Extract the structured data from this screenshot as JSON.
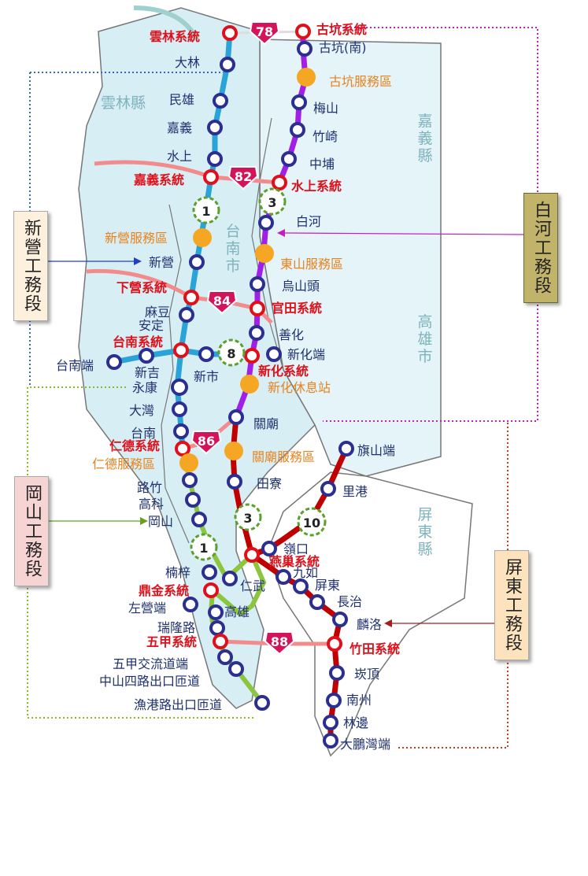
{
  "counties": {
    "yunlin": "雲林縣",
    "chiayi": "嘉義縣",
    "tainan": "台南市",
    "kaohsiung": "高雄市",
    "pingtung": "屏東縣"
  },
  "sections": {
    "xinying": "新營工務段",
    "baihe": "白河工務段",
    "gangshan": "岡山工務段",
    "pingtung": "屏東工務段"
  },
  "shields": {
    "s78": "78",
    "s82": "82",
    "s84": "84",
    "s86": "86",
    "s88": "88"
  },
  "flowers": {
    "f1a": "1",
    "f3a": "3",
    "f8": "8",
    "f3b": "3",
    "f10": "10",
    "f1b": "1"
  },
  "labels": {
    "yunlin_jct": "雲林系統",
    "gukeng_jct": "古坑系統",
    "gukeng_s": "古坑(南)",
    "dalin": "大林",
    "gukeng_sa": "古坑服務區",
    "minxiong": "民雄",
    "meishan": "梅山",
    "chiayi": "嘉義",
    "zhuqi": "竹崎",
    "shuishang": "水上",
    "zhongpu": "中埔",
    "chiayi_jct": "嘉義系統",
    "shuishang_jct": "水上系統",
    "baihe": "白河",
    "xinying_sa": "新營服務區",
    "xinying": "新營",
    "dongshan_sa": "東山服務區",
    "wushantou": "烏山頭",
    "xiaying_jct": "下營系統",
    "guantian_jct": "官田系統",
    "madou": "麻豆",
    "anding": "安定",
    "shanhua": "善化",
    "tainan_jct": "台南系統",
    "xinhua_end": "新化端",
    "tainan_end": "台南端",
    "xinji": "新吉",
    "xinshi": "新市",
    "xinhua_jct": "新化系統",
    "yongkang": "永康",
    "xinhua_rest": "新化休息站",
    "dawan": "大灣",
    "guanmiao": "關廟",
    "tainan_ic": "台南",
    "qishan_end": "旗山端",
    "rende_jct": "仁德系統",
    "rende_sa": "仁德服務區",
    "guanmiao_sa": "關廟服務區",
    "luzhu": "路竹",
    "tianliao": "田寮",
    "ligang": "里港",
    "gaoke": "高科",
    "gangshan": "岡山",
    "lingkou": "嶺口",
    "yanchao_jct": "燕巢系統",
    "jiuru": "九如",
    "nanzi": "楠梓",
    "renwu": "仁武",
    "pingtung": "屏東",
    "dingjin_jct": "鼎金系統",
    "changzhi": "長治",
    "zuoying_end": "左營端",
    "kaohsiung": "高雄",
    "linluo": "麟洛",
    "ruilong": "瑞隆路",
    "wujia_jct": "五甲系統",
    "zhutian_jct": "竹田系統",
    "wujia_ic": "五甲交流道端",
    "zhongshan4": "中山四路出口匝道",
    "kanding": "崁頂",
    "nanzhou": "南州",
    "yugang": "漁港路出口匝道",
    "linbian": "林邊",
    "dapeng_end": "大鵬灣端"
  },
  "colors": {
    "fwy1": "#2aa3d8",
    "fwy3_north": "#a21fe8",
    "fwy3_south": "#c00000",
    "fwy10": "#c00000",
    "fwy1_south": "#8cc63f",
    "east_west": "#f28b8b",
    "region": "#d8f0f7"
  }
}
